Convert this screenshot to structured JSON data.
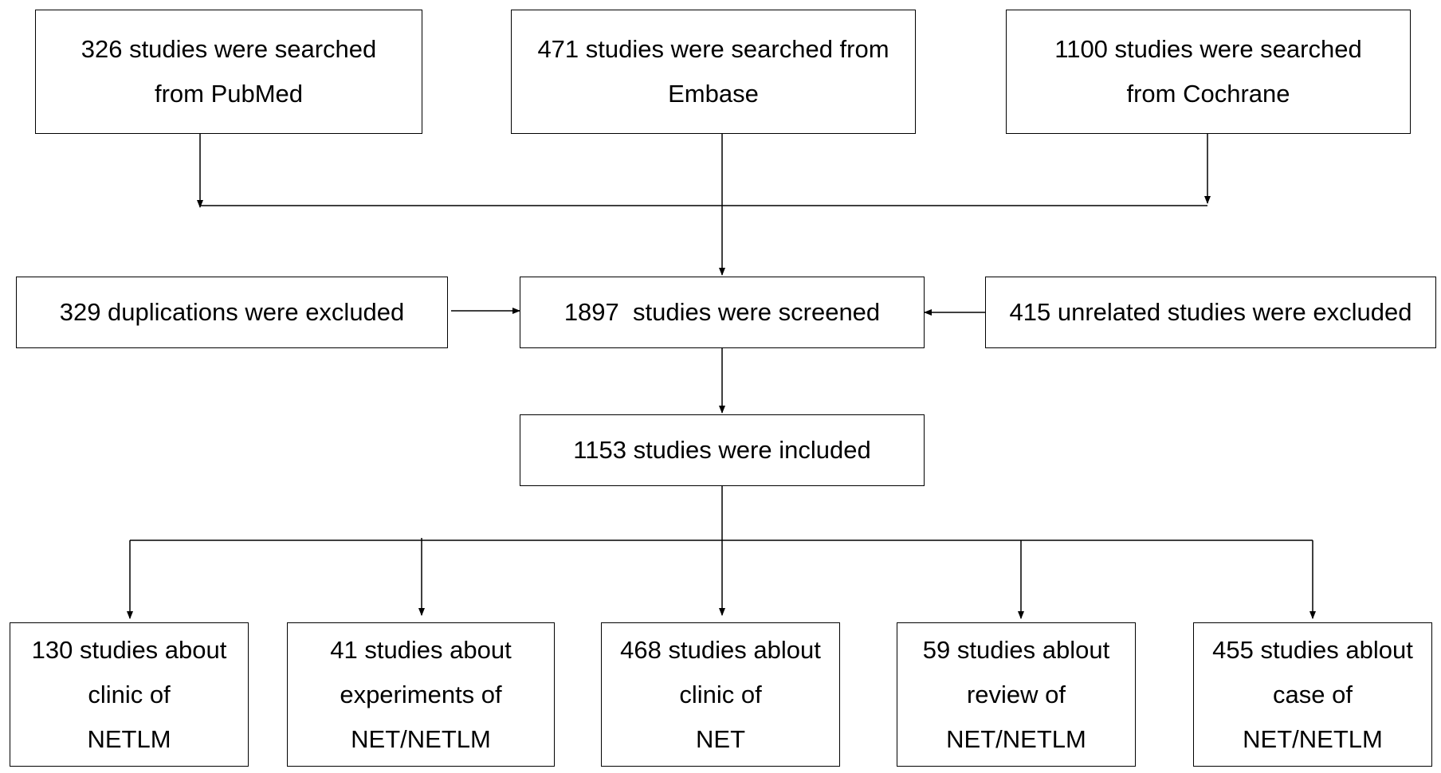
{
  "sources": [
    {
      "id": "pubmed",
      "lines": [
        "326 studies were searched",
        "from PubMed"
      ]
    },
    {
      "id": "embase",
      "lines": [
        "471 studies were searched from",
        "Embase"
      ]
    },
    {
      "id": "cochrane",
      "lines": [
        "1100 studies were searched",
        "from Cochrane"
      ]
    }
  ],
  "duplications": {
    "text": "329 duplications were excluded"
  },
  "screened": {
    "text": "1897  studies were screened"
  },
  "unrelated": {
    "text": "415 unrelated studies were excluded"
  },
  "included": {
    "text": "1153 studies were included"
  },
  "categories": [
    {
      "id": "clinic-netlm",
      "lines": [
        "130 studies about",
        "clinic of",
        "NETLM"
      ]
    },
    {
      "id": "experiments",
      "lines": [
        "41 studies about",
        "experiments of",
        "NET/NETLM"
      ]
    },
    {
      "id": "clinic-net",
      "lines": [
        "468 studies ablout",
        "clinic of",
        "NET"
      ]
    },
    {
      "id": "review",
      "lines": [
        "59 studies ablout",
        "review of",
        "NET/NETLM"
      ]
    },
    {
      "id": "case",
      "lines": [
        "455 studies ablout",
        "case of",
        "NET/NETLM"
      ]
    }
  ]
}
